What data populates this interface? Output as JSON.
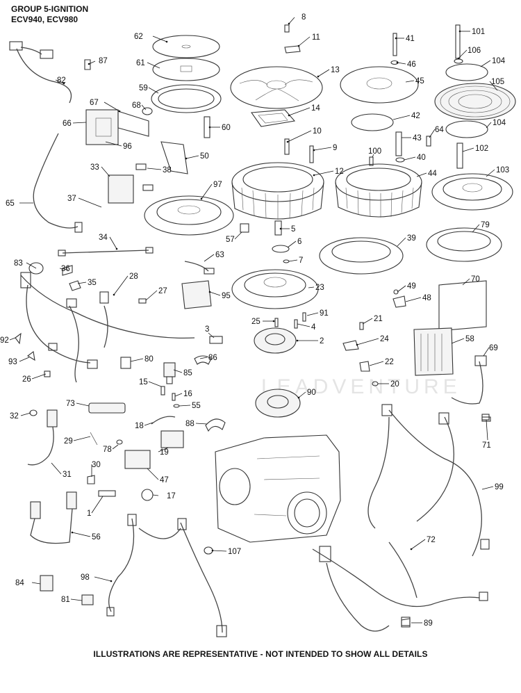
{
  "header": {
    "group_title": "GROUP 5-IGNITION",
    "models": "ECV940, ECV980"
  },
  "footer": {
    "disclaimer": "ILLUSTRATIONS ARE REPRESENTATIVE - NOT INTENDED TO SHOW ALL DETAILS"
  },
  "watermark": {
    "text": "LEADVENTURE"
  },
  "callouts": [
    {
      "id": "8",
      "label": "8"
    },
    {
      "id": "11",
      "label": "11"
    },
    {
      "id": "41",
      "label": "41"
    },
    {
      "id": "101",
      "label": "101"
    },
    {
      "id": "62",
      "label": "62"
    },
    {
      "id": "87",
      "label": "87"
    },
    {
      "id": "46",
      "label": "46"
    },
    {
      "id": "106",
      "label": "106"
    },
    {
      "id": "104a",
      "label": "104"
    },
    {
      "id": "82",
      "label": "82"
    },
    {
      "id": "61",
      "label": "61"
    },
    {
      "id": "13",
      "label": "13"
    },
    {
      "id": "45",
      "label": "45"
    },
    {
      "id": "105",
      "label": "105"
    },
    {
      "id": "59",
      "label": "59"
    },
    {
      "id": "67",
      "label": "67"
    },
    {
      "id": "68",
      "label": "68"
    },
    {
      "id": "14",
      "label": "14"
    },
    {
      "id": "42",
      "label": "42"
    },
    {
      "id": "66",
      "label": "66"
    },
    {
      "id": "60",
      "label": "60"
    },
    {
      "id": "10",
      "label": "10"
    },
    {
      "id": "64",
      "label": "64"
    },
    {
      "id": "104b",
      "label": "104"
    },
    {
      "id": "96",
      "label": "96"
    },
    {
      "id": "43",
      "label": "43"
    },
    {
      "id": "9",
      "label": "9"
    },
    {
      "id": "102",
      "label": "102"
    },
    {
      "id": "50",
      "label": "50"
    },
    {
      "id": "100",
      "label": "100"
    },
    {
      "id": "40",
      "label": "40"
    },
    {
      "id": "33",
      "label": "33"
    },
    {
      "id": "38",
      "label": "38"
    },
    {
      "id": "12",
      "label": "12"
    },
    {
      "id": "44",
      "label": "44"
    },
    {
      "id": "103",
      "label": "103"
    },
    {
      "id": "97",
      "label": "97"
    },
    {
      "id": "37",
      "label": "37"
    },
    {
      "id": "65",
      "label": "65"
    },
    {
      "id": "79",
      "label": "79"
    },
    {
      "id": "5",
      "label": "5"
    },
    {
      "id": "57",
      "label": "57"
    },
    {
      "id": "34",
      "label": "34"
    },
    {
      "id": "39",
      "label": "39"
    },
    {
      "id": "6",
      "label": "6"
    },
    {
      "id": "63",
      "label": "63"
    },
    {
      "id": "7",
      "label": "7"
    },
    {
      "id": "83",
      "label": "83"
    },
    {
      "id": "36",
      "label": "36"
    },
    {
      "id": "70",
      "label": "70"
    },
    {
      "id": "35",
      "label": "35"
    },
    {
      "id": "28",
      "label": "28"
    },
    {
      "id": "49",
      "label": "49"
    },
    {
      "id": "27",
      "label": "27"
    },
    {
      "id": "95",
      "label": "95"
    },
    {
      "id": "23",
      "label": "23"
    },
    {
      "id": "48",
      "label": "48"
    },
    {
      "id": "91",
      "label": "91"
    },
    {
      "id": "21",
      "label": "21"
    },
    {
      "id": "25",
      "label": "25"
    },
    {
      "id": "4",
      "label": "4"
    },
    {
      "id": "3",
      "label": "3"
    },
    {
      "id": "92",
      "label": "92"
    },
    {
      "id": "58",
      "label": "58"
    },
    {
      "id": "2",
      "label": "2"
    },
    {
      "id": "24",
      "label": "24"
    },
    {
      "id": "69",
      "label": "69"
    },
    {
      "id": "93",
      "label": "93"
    },
    {
      "id": "80",
      "label": "80"
    },
    {
      "id": "86",
      "label": "86"
    },
    {
      "id": "22",
      "label": "22"
    },
    {
      "id": "85",
      "label": "85"
    },
    {
      "id": "26",
      "label": "26"
    },
    {
      "id": "15",
      "label": "15"
    },
    {
      "id": "20",
      "label": "20"
    },
    {
      "id": "16",
      "label": "16"
    },
    {
      "id": "90",
      "label": "90"
    },
    {
      "id": "73",
      "label": "73"
    },
    {
      "id": "55",
      "label": "55"
    },
    {
      "id": "32",
      "label": "32"
    },
    {
      "id": "88",
      "label": "88"
    },
    {
      "id": "18",
      "label": "18"
    },
    {
      "id": "71",
      "label": "71"
    },
    {
      "id": "29",
      "label": "29"
    },
    {
      "id": "78",
      "label": "78"
    },
    {
      "id": "19",
      "label": "19"
    },
    {
      "id": "99",
      "label": "99"
    },
    {
      "id": "30",
      "label": "30"
    },
    {
      "id": "47",
      "label": "47"
    },
    {
      "id": "31",
      "label": "31"
    },
    {
      "id": "17",
      "label": "17"
    },
    {
      "id": "1",
      "label": "1"
    },
    {
      "id": "56",
      "label": "56"
    },
    {
      "id": "72",
      "label": "72"
    },
    {
      "id": "107",
      "label": "107"
    },
    {
      "id": "84",
      "label": "84"
    },
    {
      "id": "98",
      "label": "98"
    },
    {
      "id": "81",
      "label": "81"
    },
    {
      "id": "89",
      "label": "89"
    }
  ]
}
